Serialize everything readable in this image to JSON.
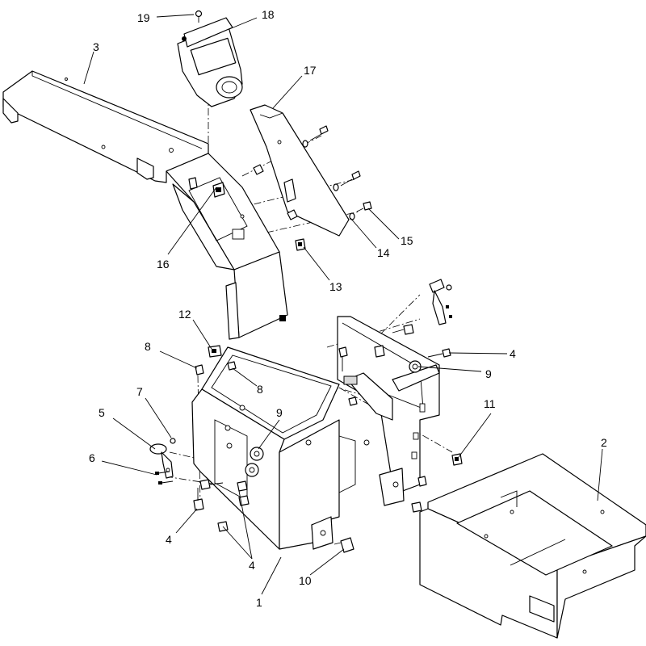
{
  "callouts": [
    {
      "id": "c1",
      "label": "1"
    },
    {
      "id": "c2",
      "label": "2"
    },
    {
      "id": "c3",
      "label": "3"
    },
    {
      "id": "c4a",
      "label": "4"
    },
    {
      "id": "c4b",
      "label": "4"
    },
    {
      "id": "c4c",
      "label": "4"
    },
    {
      "id": "c5",
      "label": "5"
    },
    {
      "id": "c6",
      "label": "6"
    },
    {
      "id": "c7",
      "label": "7"
    },
    {
      "id": "c8a",
      "label": "8"
    },
    {
      "id": "c8b",
      "label": "8"
    },
    {
      "id": "c9a",
      "label": "9"
    },
    {
      "id": "c9b",
      "label": "9"
    },
    {
      "id": "c10",
      "label": "10"
    },
    {
      "id": "c11",
      "label": "11"
    },
    {
      "id": "c12",
      "label": "12"
    },
    {
      "id": "c13",
      "label": "13"
    },
    {
      "id": "c14",
      "label": "14"
    },
    {
      "id": "c15",
      "label": "15"
    },
    {
      "id": "c16",
      "label": "16"
    },
    {
      "id": "c17",
      "label": "17"
    },
    {
      "id": "c18",
      "label": "18"
    },
    {
      "id": "c19",
      "label": "19"
    }
  ]
}
